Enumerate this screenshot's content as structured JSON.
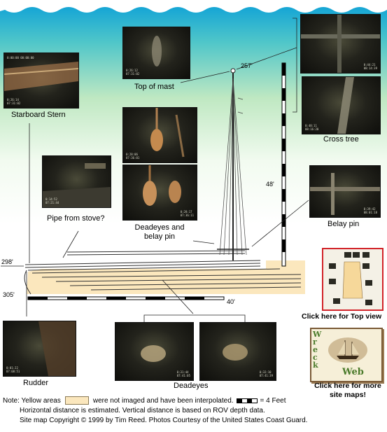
{
  "labels": {
    "top_of_mast": "Top of mast",
    "starboard_stern": "Starboard Stern",
    "cross_tree": "Cross tree",
    "pipe_from_stove": "Pipe from stove?",
    "deadeyes_and_belay_line1": "Deadeyes and",
    "deadeyes_and_belay_line2": "belay pin",
    "belay_pin": "Belay pin",
    "rudder": "Rudder",
    "deadeyes": "Deadeyes"
  },
  "measurements": {
    "depth_257": "257'",
    "depth_298": "298'",
    "depth_305": "305'",
    "height_48": "48'",
    "length_40": "40'"
  },
  "links": {
    "top_view": "Click here for Top view",
    "more_maps_line1": "Click here for more",
    "more_maps_line2": "site maps!"
  },
  "logo": {
    "word1": "Wreck",
    "word2": "Web"
  },
  "footer": {
    "note_prefix": "Note: Yellow areas",
    "note_suffix": "were not imaged and have been interpolated.",
    "scale_text": "= 4 Feet",
    "line2": "Horizontal distance is estimated. Vertical distance is based on ROV depth data.",
    "line3": "Site map Copyright © 1999 by Tim Reed. Photos Courtesy of the United States Coast Guard."
  },
  "colors": {
    "interpolated": "#fbe7bd",
    "thumbnail_border": "#d2242a",
    "sea_top": "#0a9fd8"
  }
}
